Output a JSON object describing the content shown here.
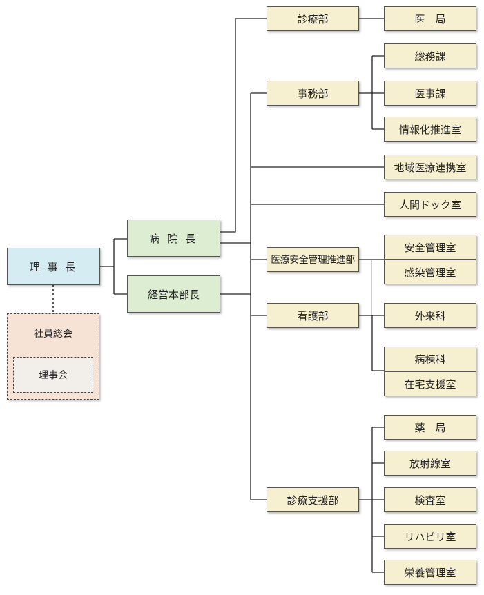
{
  "chairman": "理 事 長",
  "director": "病 院 長",
  "executive": "経営本部長",
  "assembly": {
    "label": "社員総会",
    "board": "理事会"
  },
  "departments": {
    "clinical": "診療部",
    "admin": "事務部",
    "safety": "医療安全管理推進部",
    "nursing": "看護部",
    "support": "診療支援部"
  },
  "units": {
    "medical_office": "医　局",
    "general_affairs": "総務課",
    "medical_affairs": "医事課",
    "it_promotion": "情報化推進室",
    "regional_liaison": "地域医療連携室",
    "health_checkup": "人間ドック室",
    "safety_management": "安全管理室",
    "infection_control": "感染管理室",
    "outpatient": "外来科",
    "ward": "病棟科",
    "home_care": "在宅支援室",
    "pharmacy": "薬　局",
    "radiology": "放射線室",
    "laboratory": "検査室",
    "rehabilitation": "リハビリ室",
    "nutrition": "栄養管理室"
  }
}
